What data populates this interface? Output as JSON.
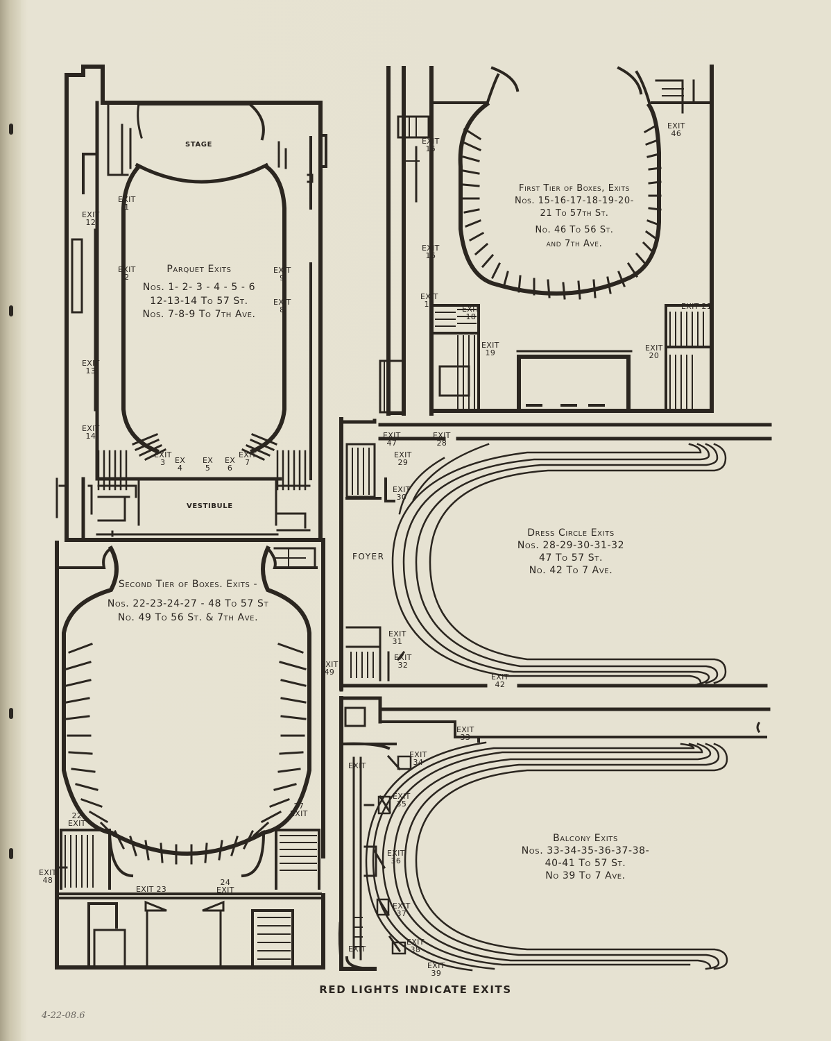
{
  "footer": "RED LIGHTS INDICATE EXITS",
  "pencil_note": "4-22-08.6",
  "rooms": {
    "stage": "STAGE",
    "vestibule": "VESTIBULE",
    "foyer": "FOYER"
  },
  "sections": {
    "parquet": {
      "title": "Parquet Exits",
      "lines": [
        "Nos. 1- 2- 3 - 4 - 5 - 6",
        "12-13-14 To 57 St.",
        "Nos. 7-8-9 To 7th Ave."
      ]
    },
    "first_tier": {
      "title": "First Tier of Boxes, Exits",
      "lines": [
        "Nos. 15-16-17-18-19-20-",
        "21 To 57th St.",
        "No. 46 To 56 St.",
        "and 7th Ave."
      ]
    },
    "second_tier": {
      "title": "Second Tier of Boxes. Exits -",
      "lines": [
        "Nos. 22-23-24-27 - 48 To 57 St",
        "No. 49 To 56 St. & 7th Ave."
      ]
    },
    "dress_circle": {
      "title": "Dress Circle Exits",
      "lines": [
        "Nos. 28-29-30-31-32",
        "47 To 57 St.",
        "No. 42 To 7 Ave."
      ]
    },
    "balcony": {
      "title": "Balcony Exits",
      "lines": [
        "Nos. 33-34-35-36-37-38-",
        "40-41 To 57 St.",
        "No 39 To 7 Ave."
      ]
    }
  },
  "exits": [
    "EXIT\n1",
    "EXIT\n2",
    "EXIT\n3",
    "EX\n4",
    "EX\n5",
    "EX\n6",
    "EXIT\n7",
    "EXIT\n8",
    "EXIT\n9",
    "EXIT\n12",
    "EXIT\n13",
    "EXIT\n14",
    "EXIT\n15",
    "EXIT\n16",
    "EXIT\n17",
    "EXIT\n18",
    "EXIT\n19",
    "EXIT\n20",
    "EXIT 21",
    "EXIT\n46",
    "22\nEXIT",
    "EXIT 23",
    "24\nEXIT",
    "27\nEXIT",
    "EXIT\n48",
    "EXIT\n49",
    "EXIT\n47",
    "EXIT\n28",
    "EXIT\n29",
    "EXIT\n30",
    "EXIT\n31",
    "EXIT\n32",
    "EXIT\n42",
    "EXIT\n33",
    "EXIT\n34",
    "EXIT\n35",
    "EXIT\n36",
    "EXIT\n37",
    "EXIT\n38",
    "EXIT\n39",
    "EXIT",
    "EXIT"
  ]
}
